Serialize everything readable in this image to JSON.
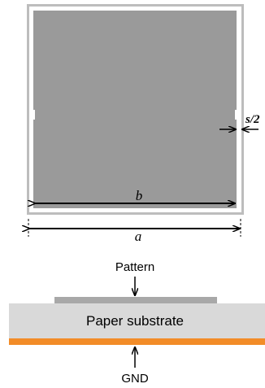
{
  "top_view": {
    "label_b": "b",
    "label_a": "a",
    "label_gap": "s/2"
  },
  "cross_section": {
    "pattern_label": "Pattern",
    "substrate_label": "Paper substrate",
    "ground_label": "GND"
  },
  "colors": {
    "outer_frame": "#bdbdbd",
    "patch_fill": "#9a9a9a",
    "substrate_fill": "#d9d9d9",
    "ground_fill": "#f28c28",
    "pattern_fill": "#a8a8a8",
    "line": "#000000"
  }
}
